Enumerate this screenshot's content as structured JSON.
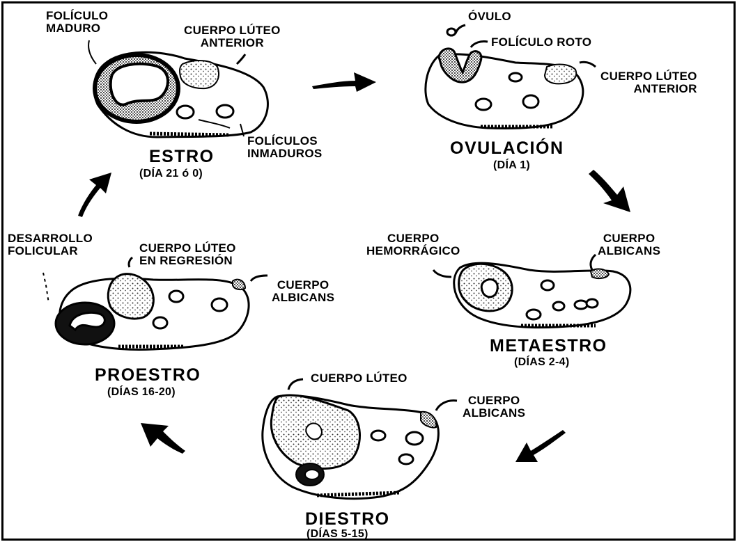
{
  "labels": {
    "estro": {
      "foliculo_maduro": "FOLÍCULO\nMADURO",
      "cuerpo_luteo_anterior": "CUERPO LÚTEO\nANTERIOR",
      "foliculos_inmaduros": "FOLÍCULOS\nINMADUROS",
      "title": "ESTRO",
      "day": "(DÍA 21 ó 0)"
    },
    "ovulacion": {
      "ovulo": "ÓVULO",
      "foliculo_roto": "FOLÍCULO ROTO",
      "cuerpo_luteo_anterior": "CUERPO LÚTEO\nANTERIOR",
      "title": "OVULACIÓN",
      "day": "(DÍA 1)"
    },
    "metaestro": {
      "cuerpo_hemorragico": "CUERPO\nHEMORRÁGICO",
      "cuerpo_albicans": "CUERPO\nALBICANS",
      "title": "METAESTRO",
      "day": "(DÍAS 2-4)"
    },
    "diestro": {
      "cuerpo_luteo": "CUERPO LÚTEO",
      "cuerpo_albicans": "CUERPO\nALBICANS",
      "title": "DIESTRO",
      "day": "(DÍAS 5-15)"
    },
    "proestro": {
      "desarrollo_folicular": "DESARROLLO\nFOLICULAR",
      "cuerpo_luteo_regresion": "CUERPO LÚTEO\nEN REGRESIÓN",
      "cuerpo_albicans": "CUERPO\nALBICANS",
      "title": "PROESTRO",
      "day": "(DÍAS 16-20)"
    }
  }
}
